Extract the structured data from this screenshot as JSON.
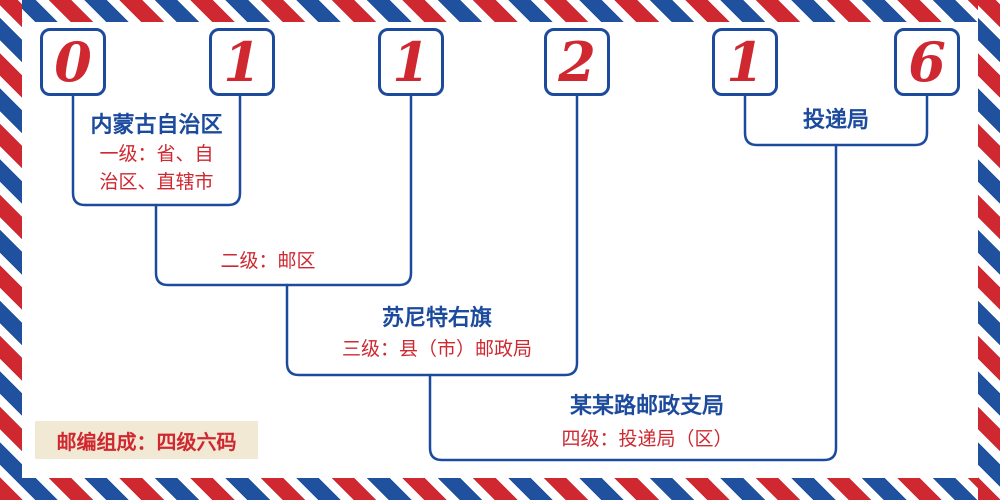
{
  "diagram": {
    "digits": [
      "0",
      "1",
      "1",
      "2",
      "1",
      "6"
    ],
    "levels": {
      "level1": {
        "name": "内蒙古自治区",
        "desc_line1": "一级：省、自",
        "desc_line2": "治区、直辖市"
      },
      "level2": {
        "desc": "二级：邮区"
      },
      "level3": {
        "name": "苏尼特右旗",
        "desc": "三级：县（市）邮政局"
      },
      "level4": {
        "name": "某某路邮政支局",
        "desc": "四级：投递局（区）"
      },
      "delivery": {
        "name": "投递局"
      }
    },
    "note": "邮编组成：四级六码",
    "colors": {
      "blue": "#1c4b9d",
      "red": "#cf2830",
      "stripe_red": "#cf2830",
      "stripe_blue": "#20519e",
      "note_background": "#f2e9d4"
    }
  }
}
